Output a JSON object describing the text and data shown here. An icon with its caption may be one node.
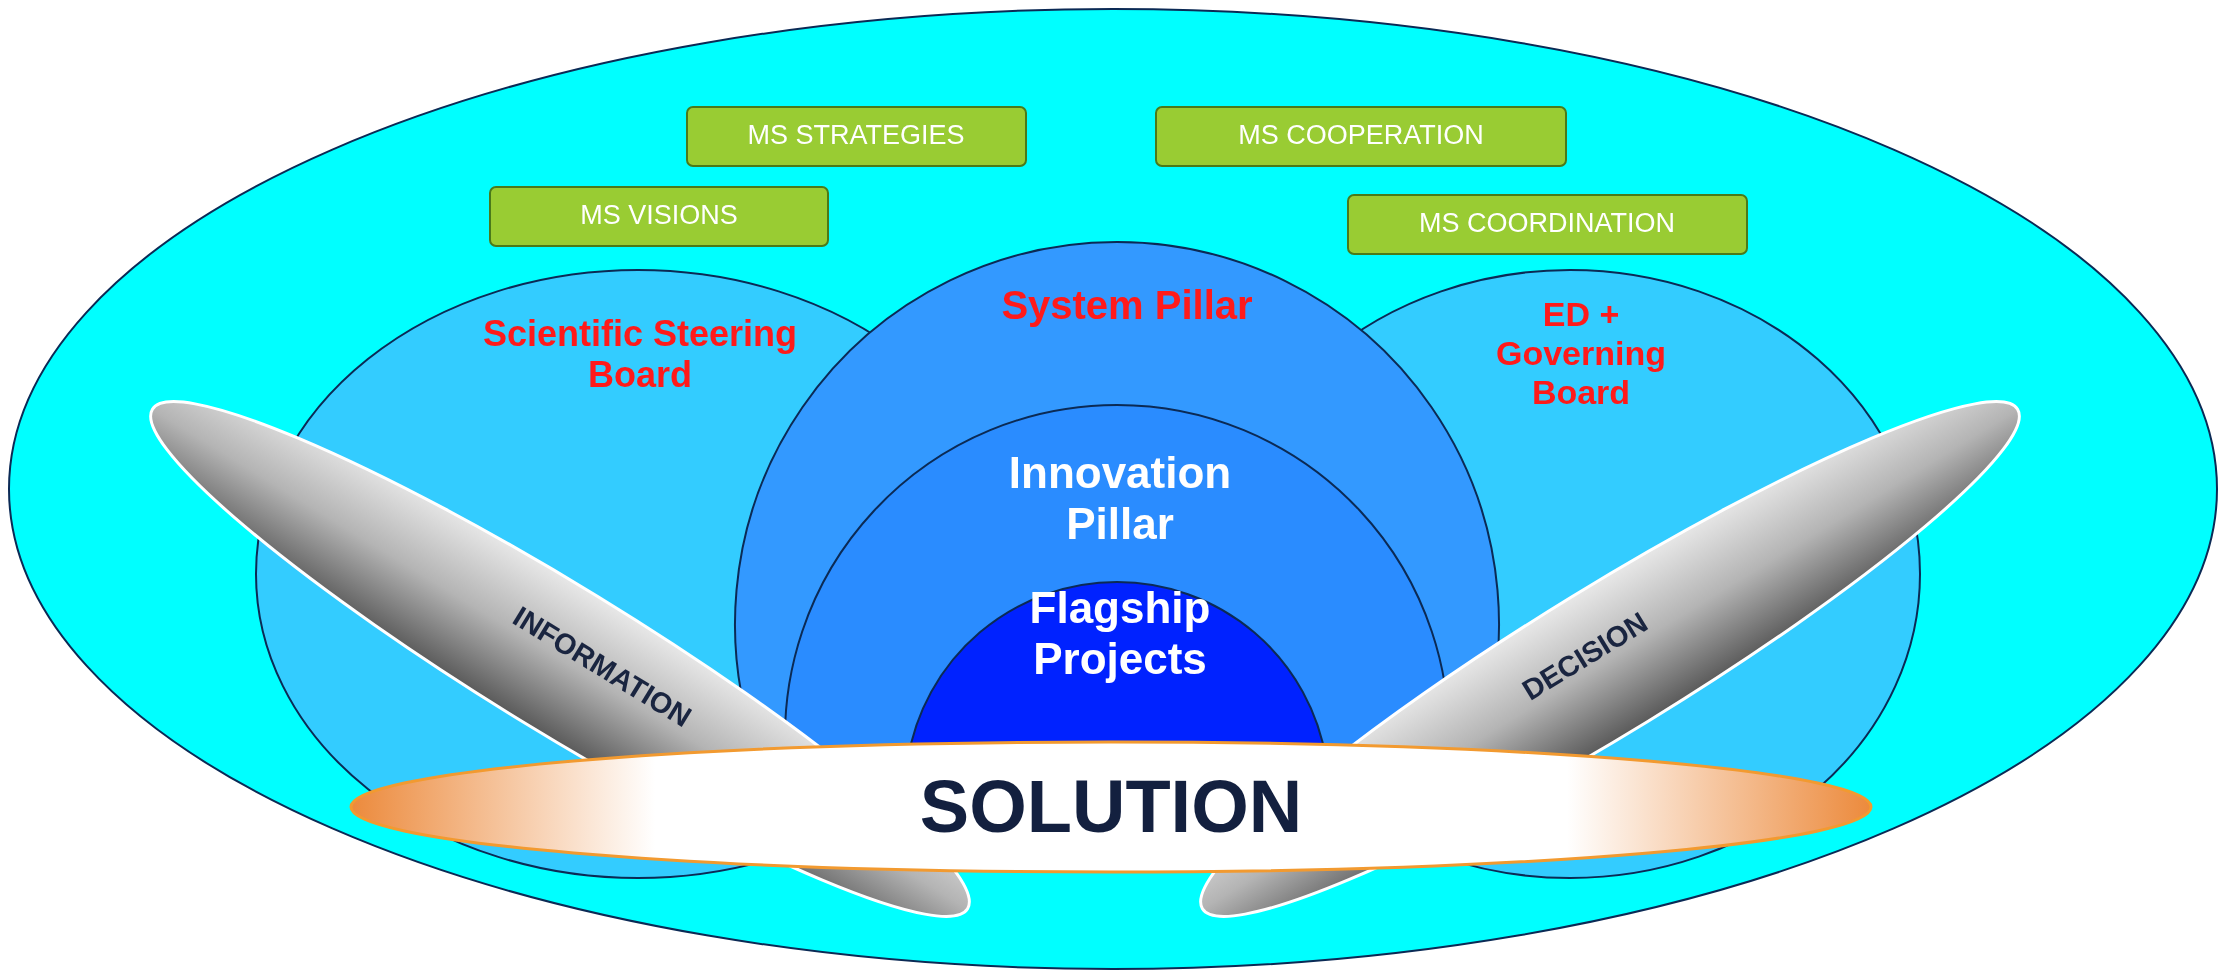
{
  "diagram": {
    "nodes": [
      {
        "text": [
          "MS STRATEGIES"
        ]
      },
      {
        "text": [
          "MS COOPERATION"
        ]
      },
      {
        "text": [
          "MS VISIONS"
        ]
      },
      {
        "text": [
          "MS COORDINATION"
        ]
      },
      {
        "text": [
          "Scientific Steering Board"
        ]
      },
      {
        "text": [
          "System Pillar"
        ]
      },
      {
        "text": [
          "ED + Governing Board"
        ]
      },
      {
        "text": [
          "Innovation Pillar"
        ],
        "in": 5
      },
      {
        "text": [
          "Flagship Projects"
        ],
        "in": 7
      },
      {
        "text": [
          "INFORMATION"
        ]
      },
      {
        "text": [
          "DECISION"
        ]
      },
      {
        "text": [
          "SOLUTION"
        ]
      }
    ]
  }
}
